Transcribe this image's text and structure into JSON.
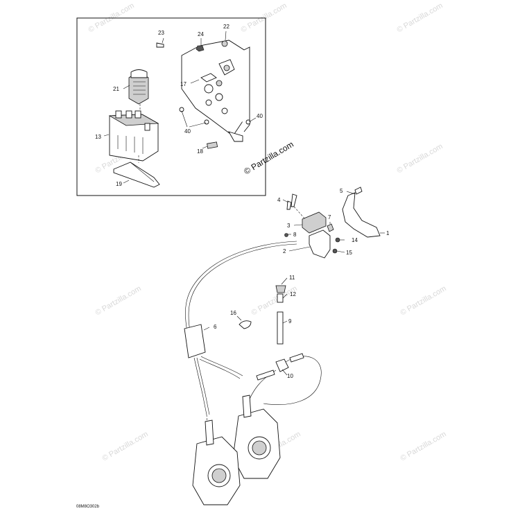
{
  "diagram": {
    "watermark_text": "© Partzilla.com",
    "brand_text": "© Partzilla.com",
    "drawing_code": "08M8O302b",
    "callouts": {
      "c1": "1",
      "c2": "2",
      "c3": "3",
      "c4": "4",
      "c5": "5",
      "c6": "6",
      "c7": "7",
      "c8": "8",
      "c9": "9",
      "c10": "10",
      "c11": "11",
      "c12": "12",
      "c13": "13",
      "c14": "14",
      "c15": "15",
      "c16": "16",
      "c17": "17",
      "c18": "18",
      "c19": "19",
      "c20": "40",
      "c21": "21",
      "c22": "22",
      "c23": "23",
      "c24": "24",
      "c40a": "40"
    }
  }
}
